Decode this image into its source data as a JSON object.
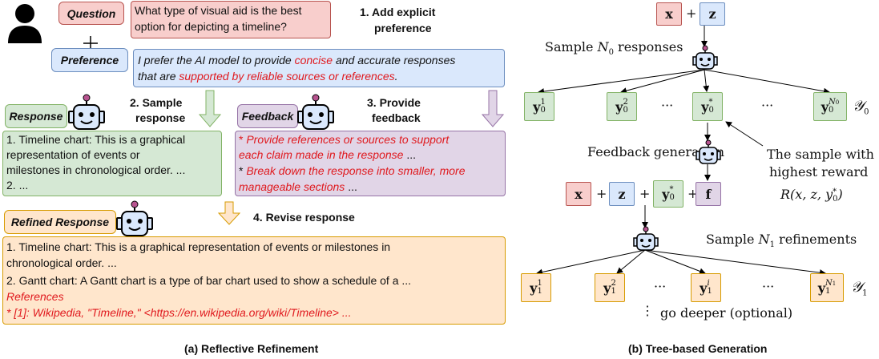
{
  "left": {
    "question_tag": "Question",
    "question_text_1": "What type of visual aid is the best",
    "question_text_2": "option for depicting a timeline?",
    "step1_line1": "1. Add explicit",
    "step1_line2": "preference",
    "preference_tag": "Preference",
    "pref_l1_a": "I prefer the AI model to provide ",
    "pref_l1_b": "concise",
    "pref_l1_c": " and accurate responses",
    "pref_l2_a": "that are ",
    "pref_l2_b": "supported by reliable sources or references",
    "pref_l2_c": ".",
    "response_tag": "Response",
    "step2_line1": "2. Sample",
    "step2_line2": "response",
    "step3_line1": "3. Provide",
    "step3_line2": "feedback",
    "feedback_tag": "Feedback",
    "resp_l1": "1. Timeline chart: This is a graphical",
    "resp_l2": "representation of events or",
    "resp_l3": "milestones in chronological order. ...",
    "resp_l4": "2. ...",
    "fb_l1_star": "* ",
    "fb_l1": "Provide references or sources to support",
    "fb_l2": "each claim made in the response",
    "fb_l2_end": " ...",
    "fb_l3_star": "* ",
    "fb_l3": "Break down the response into smaller, more",
    "fb_l4": "manageable sections",
    "fb_l4_end": " ...",
    "refined_tag": "Refined Response",
    "step4": "4. Revise response",
    "ref_l1": "1. Timeline chart: This is a graphical representation of events or milestones in",
    "ref_l2": "chronological order. ...",
    "ref_l3": "2. Gantt chart: A Gantt chart is a type of bar chart used to show a schedule of a ...",
    "ref_l4": "References",
    "ref_l5": "* [1]: Wikipedia, \"Timeline,\" <https://en.wikipedia.org/wiki/Timeline> ...",
    "caption": "(a) Reflective Refinement"
  },
  "right": {
    "top_x": "x",
    "plus": "+",
    "top_z": "z",
    "sample_n0_a": "Sample ",
    "sample_n0_var": "N",
    "sample_n0_sub": "0",
    "sample_n0_b": " responses",
    "y": "y",
    "sup1": "1",
    "sup2": "2",
    "supstar": "*",
    "supN0": "N",
    "supN0sub": "0",
    "supi": "i",
    "supN1": "N",
    "supN1sub": "1",
    "sub0": "0",
    "sub1": "1",
    "dots": "···",
    "script_y0": "𝒴",
    "script_y0_sub": "0",
    "script_y1": "𝒴",
    "script_y1_sub": "1",
    "feedback_gen": "Feedback generation",
    "best_l1": "The sample with",
    "best_l2": "highest reward",
    "reward": "R(x, z, y",
    "reward_sub": "0",
    "reward_sup": "*",
    "reward_end": ")",
    "f": "f",
    "sample_n1_a": "Sample ",
    "sample_n1_var": "N",
    "sample_n1_sub": "1",
    "sample_n1_b": " refinements",
    "vdots": "⋮",
    "deeper": "go deeper (optional)",
    "caption": "(b) Tree-based Generation"
  }
}
